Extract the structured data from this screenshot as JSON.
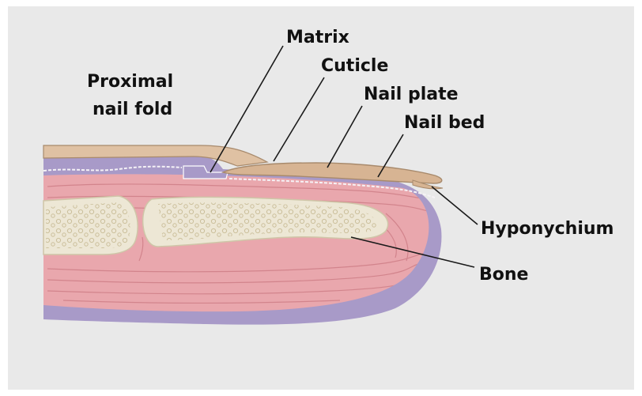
{
  "labels": {
    "matrix": "Matrix",
    "cuticle": "Cuticle",
    "nail_plate": "Nail plate",
    "nail_bed": "Nail bed",
    "proximal_nail_fold_line1": "Proximal",
    "proximal_nail_fold_line2": "nail fold",
    "hyponychium": "Hyponychium",
    "bone": "Bone"
  },
  "colors": {
    "panel_background": "#e9e9e9",
    "skin_border": "#a89ac8",
    "dermis": "#e9a7ad",
    "dermis_striation": "#d2848c",
    "bone": "#ede7d5",
    "bone_outline": "#cfc6a8",
    "nail_plate": "#d7b493",
    "nail_plate_outline": "#a88a6c",
    "proximal_fold": "#dfc1a3",
    "leader_line": "#1a1a1a"
  }
}
